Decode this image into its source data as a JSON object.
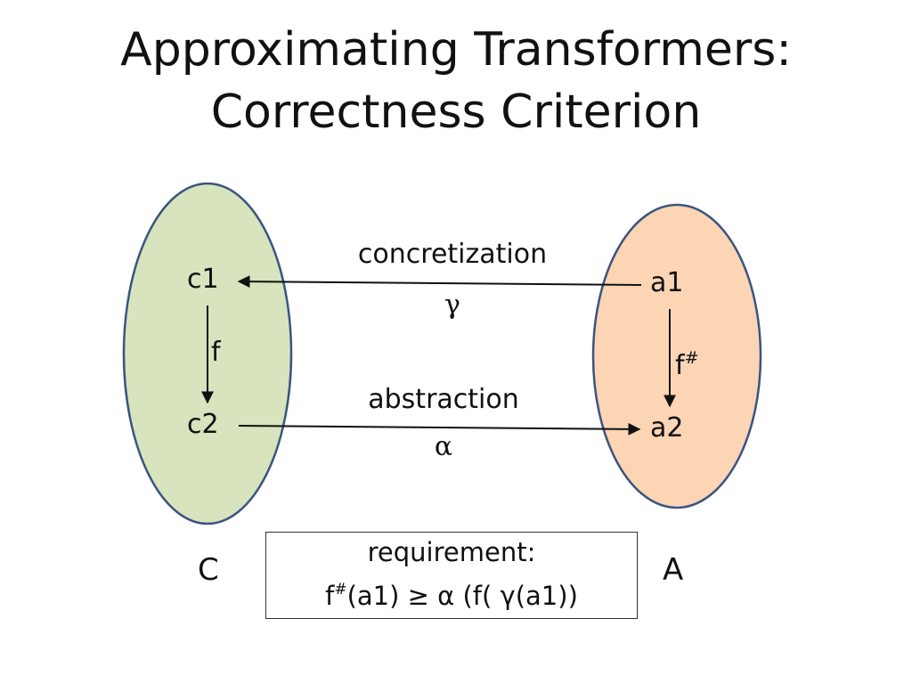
{
  "title": {
    "line1": "Approximating Transformers:",
    "line2": "Correctness Criterion"
  },
  "concrete_set": {
    "name": "C",
    "fill": "#d7e4bd",
    "stroke": "#3b5480",
    "elements": {
      "c1": "c1",
      "c2": "c2"
    },
    "function_label": "f"
  },
  "abstract_set": {
    "name": "A",
    "fill": "#fcd5b5",
    "stroke": "#3b5480",
    "elements": {
      "a1": "a1",
      "a2": "a2"
    },
    "function_label": "f",
    "function_sup": "#"
  },
  "arrows": {
    "concretization": {
      "label": "concretization",
      "symbol": "γ"
    },
    "abstraction": {
      "label": "abstraction",
      "symbol": "α"
    }
  },
  "requirement": {
    "heading": "requirement:",
    "formula_f": "f",
    "formula_sup": "#",
    "formula_rest": "(a1) ≥ α (f( γ(a1))"
  }
}
